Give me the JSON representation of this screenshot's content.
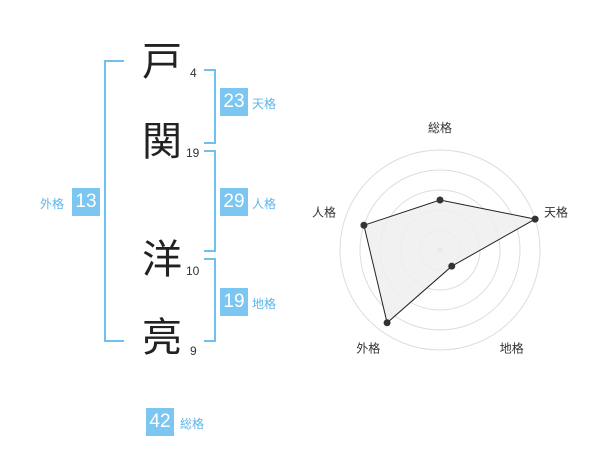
{
  "name": {
    "characters": [
      {
        "char": "戸",
        "strokes": "4"
      },
      {
        "char": "関",
        "strokes": "19"
      },
      {
        "char": "洋",
        "strokes": "10"
      },
      {
        "char": "亮",
        "strokes": "9"
      }
    ]
  },
  "scores": {
    "tenkaku": {
      "value": "23",
      "label": "天格"
    },
    "jinkaku": {
      "value": "29",
      "label": "人格"
    },
    "chikaku": {
      "value": "19",
      "label": "地格"
    },
    "gaikaku": {
      "value": "13",
      "label": "外格"
    },
    "soukaku": {
      "value": "42",
      "label": "総格"
    }
  },
  "colors": {
    "accent": "#7cc7f2",
    "bracket": "#6ec1ee",
    "label": "#5bb6ea"
  },
  "chart_data": {
    "type": "radar",
    "axes": [
      "総格",
      "天格",
      "地格",
      "外格",
      "人格"
    ],
    "values": [
      2.5,
      5,
      1,
      4.5,
      4
    ],
    "max": 5,
    "rings": 5
  }
}
